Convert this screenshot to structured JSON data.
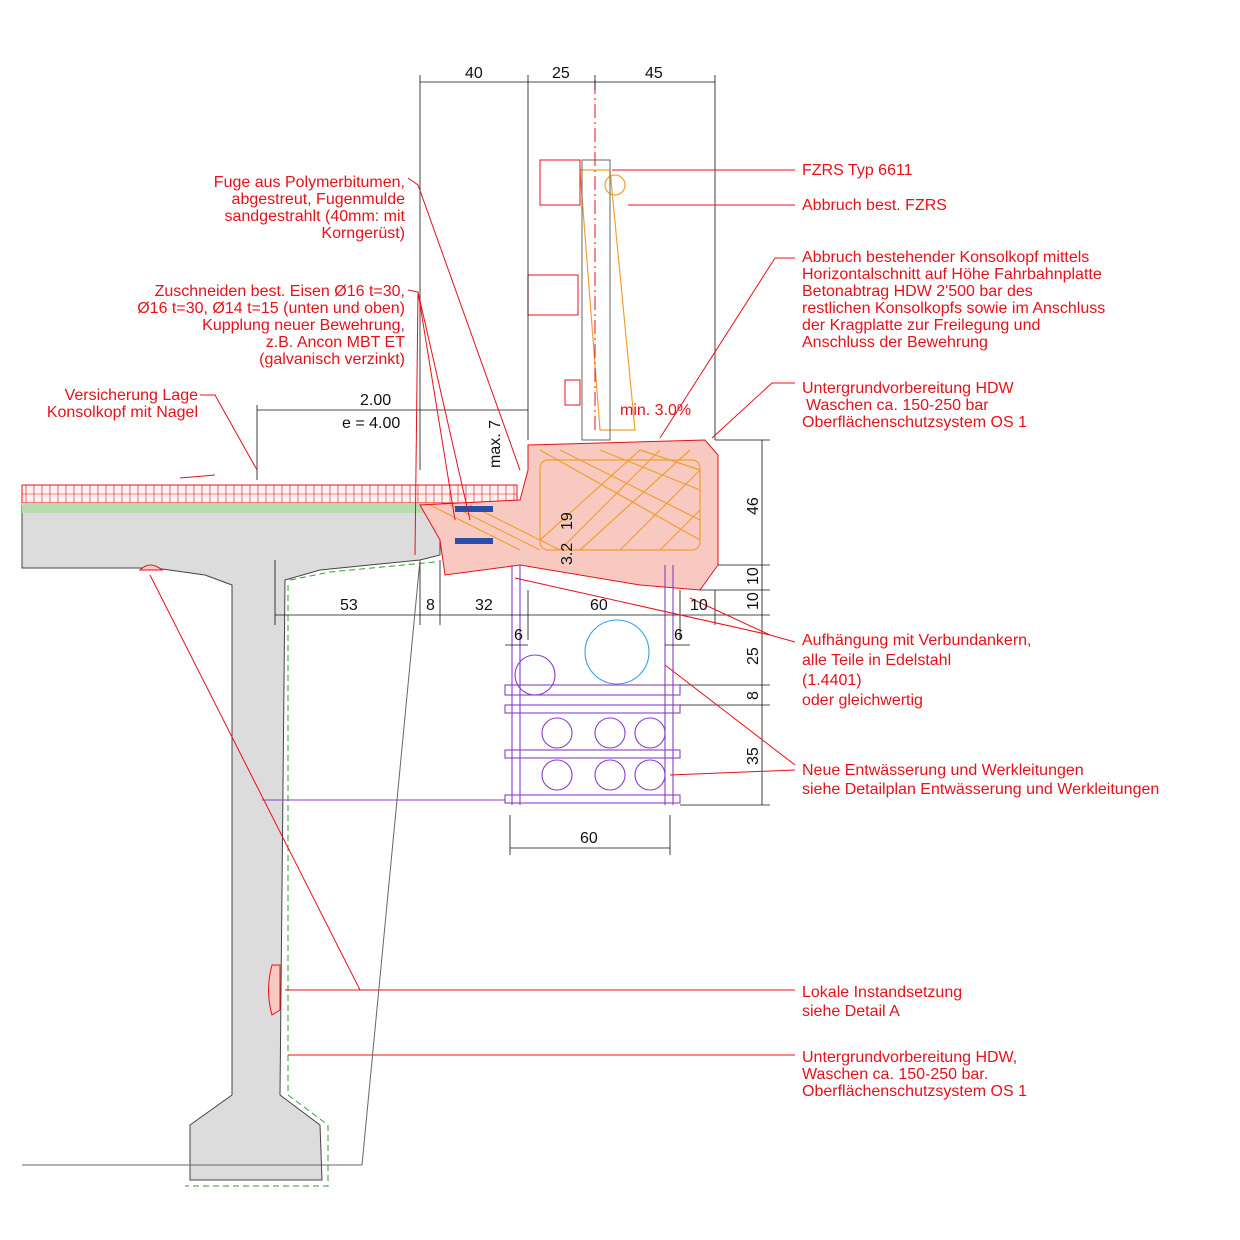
{
  "colors": {
    "annotation": "#e8101a",
    "new_concrete": "#f8c9c0",
    "existing_concrete": "#dcdcdc",
    "rebar": "#f0a030",
    "pipes": "#8a3cc8",
    "coating": "#2ca02c",
    "anchor": "#2a4da8"
  },
  "top_dims": [
    "40",
    "25",
    "45"
  ],
  "deck": {
    "slope_top": "2.00",
    "spacing": "e = 4.00",
    "max": "max. 7",
    "slope": "min. 3.0%",
    "small_a": "19",
    "small_b": "3.2"
  },
  "bottom_dims": {
    "d53": "53",
    "d8": "8",
    "d32": "32",
    "d60": "60",
    "d10": "10",
    "d6a": "6",
    "d6b": "6",
    "d60b": "60"
  },
  "right_dims": {
    "r46": "46",
    "r10a": "10",
    "r10b": "10",
    "r25": "25",
    "r8": "8",
    "r35": "35"
  },
  "labels": {
    "fuge": [
      "Fuge aus Polymerbitumen,",
      "abgestreut, Fugenmulde",
      "sandgestrahlt (40mm: mit",
      "Korngerüst)"
    ],
    "zuschneiden": [
      "Zuschneiden best. Eisen Ø16 t=30,",
      "Ø16 t=30, Ø14 t=15 (unten und oben)",
      "Kupplung neuer Bewehrung,",
      "z.B. Ancon MBT ET",
      "(galvanisch verzinkt)"
    ],
    "versicherung": [
      "Versicherung Lage",
      "Konsolkopf mit Nagel"
    ],
    "fzrs": "FZRS Typ 6611",
    "abbruch_fzrs": "Abbruch best. FZRS",
    "abbruch_konsol": [
      "Abbruch bestehender Konsolkopf mittels",
      "Horizontalschnitt auf Höhe Fahrbahnplatte",
      "Betonabtrag HDW 2'500 bar  des",
      "restlichen Konsolkopfs  sowie im Anschluss",
      "der Kragplatte zur Freilegung und",
      "Anschluss der Bewehrung"
    ],
    "untergrund1": [
      "Untergrundvorbereitung HDW",
      "Waschen ca. 150-250 bar",
      "Oberflächenschutzsystem OS 1"
    ],
    "aufhaengung": [
      "Aufhängung mit Verbundankern,",
      "alle Teile in Edelstahl",
      "(1.4401)",
      "oder gleichwertig"
    ],
    "entwaesserung": [
      "Neue Entwässerung und Werkleitungen",
      "siehe Detailplan Entwässerung und Werkleitungen"
    ],
    "lokale": [
      "Lokale Instandsetzung",
      "siehe Detail A"
    ],
    "untergrund2": [
      "Untergrundvorbereitung HDW,",
      "Waschen ca. 150-250 bar.",
      "Oberflächenschutzsystem OS 1"
    ]
  }
}
